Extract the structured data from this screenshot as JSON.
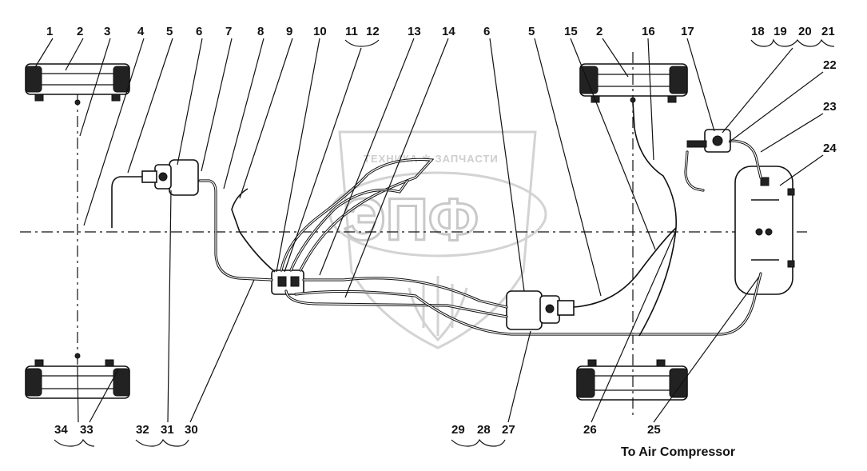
{
  "watermark": {
    "top_text": "ТЕХНИКА ✲ ЗАПЧАСТИ",
    "logo_text": "ЭПФ"
  },
  "callouts_top": [
    "1",
    "2",
    "3",
    "4",
    "5",
    "6",
    "7",
    "8",
    "9",
    "10",
    "11",
    "12",
    "13",
    "14",
    "6",
    "5",
    "15",
    "2",
    "16",
    "17",
    "18",
    "19",
    "20",
    "21"
  ],
  "callouts_right": [
    "22",
    "23",
    "24"
  ],
  "callouts_bottom": [
    "34",
    "33",
    "32",
    "31",
    "30",
    "29",
    "28",
    "27",
    "26",
    "25"
  ],
  "caption": "To Air Compressor"
}
